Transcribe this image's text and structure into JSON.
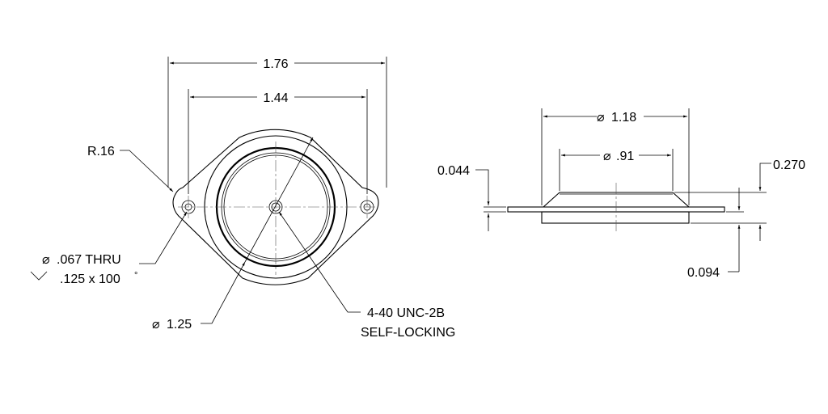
{
  "drawing": {
    "front_view": {
      "overall_width": "1.76",
      "hole_spacing": "1.44",
      "corner_radius": "R.16",
      "hole_thru": ".067 THRU",
      "csink": ".125 x 100",
      "degree_mark": "°",
      "body_dia": "1.25",
      "thread_line1": "4-40 UNC-2B",
      "thread_line2": "SELF-LOCKING"
    },
    "side_view": {
      "outer_dia": "1.18",
      "inner_dia": ".91",
      "flange_thk": "0.044",
      "total_height": "0.270",
      "base_height": "0.094"
    },
    "symbols": {
      "diameter": "⌀"
    }
  }
}
